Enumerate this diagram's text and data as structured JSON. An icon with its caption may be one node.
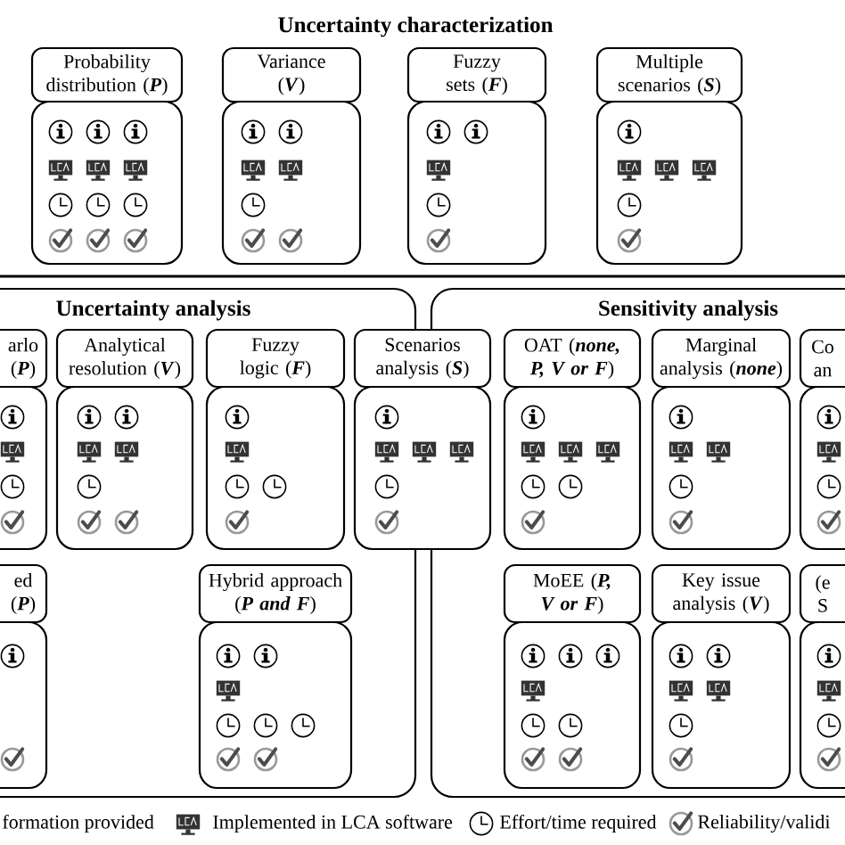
{
  "diagram": {
    "title": "Uncertainty characterization",
    "nodes": [
      {
        "text": [
          "Probability distribution (**P**)"
        ]
      },
      {
        "text": [],
        "shape": "box"
      },
      {
        "text": [
          "Variance (**V**)"
        ]
      },
      {
        "text": [],
        "shape": "box"
      },
      {
        "text": [
          "Fuzzy sets (**F**)"
        ]
      },
      {
        "text": [],
        "shape": "box"
      },
      {
        "text": [
          "Multiple scenarios (**S**)"
        ]
      },
      {
        "text": [],
        "shape": "box"
      },
      {
        "text": [
          "Uncertainty analysis"
        ]
      },
      {
        "text": [
          "arlo (**P**)"
        ],
        "in": 8
      },
      {
        "text": [],
        "shape": "box",
        "in": 8
      },
      {
        "text": [
          "Analytical resolution (**V**)"
        ],
        "in": 8
      },
      {
        "text": [],
        "shape": "box",
        "in": 8
      },
      {
        "text": [
          "Fuzzy logic (**F**)"
        ],
        "in": 8
      },
      {
        "text": [],
        "shape": "box",
        "in": 8
      },
      {
        "text": [
          "Scenarios analysis (**S**)"
        ]
      },
      {
        "text": [],
        "shape": "box"
      },
      {
        "text": [
          "ed (**P**)"
        ],
        "in": 8
      },
      {
        "text": [],
        "shape": "box",
        "in": 8
      },
      {
        "text": [
          "Hybrid approach (**P and F**)"
        ],
        "in": 8
      },
      {
        "text": [],
        "shape": "box",
        "in": 8
      },
      {
        "text": [
          "Sensitivity analysis"
        ]
      },
      {
        "text": [
          "OAT (**none, P, V or F**)"
        ],
        "in": 21
      },
      {
        "text": [],
        "shape": "box",
        "in": 21
      },
      {
        "text": [
          "Marginal analysis (**none**)"
        ],
        "in": 21
      },
      {
        "text": [],
        "shape": "box",
        "in": 21
      },
      {
        "text": [
          "Co an"
        ],
        "in": 21
      },
      {
        "text": [],
        "shape": "box",
        "in": 21
      },
      {
        "text": [
          "MoEE (**P, V or F**)"
        ],
        "in": 21
      },
      {
        "text": [],
        "shape": "box",
        "in": 21
      },
      {
        "text": [
          "Key issue analysis (**V**)"
        ],
        "in": 21
      },
      {
        "text": [],
        "shape": "box",
        "in": 21
      },
      {
        "text": [
          "(e S"
        ],
        "in": 21
      },
      {
        "text": [],
        "shape": "box",
        "in": 21
      }
    ],
    "legend": [
      {
        "text": "formation provided"
      },
      {
        "text": "Implemented in LCA software"
      },
      {
        "text": "Effort/time required"
      },
      {
        "text": "Reliability/validi"
      }
    ]
  }
}
